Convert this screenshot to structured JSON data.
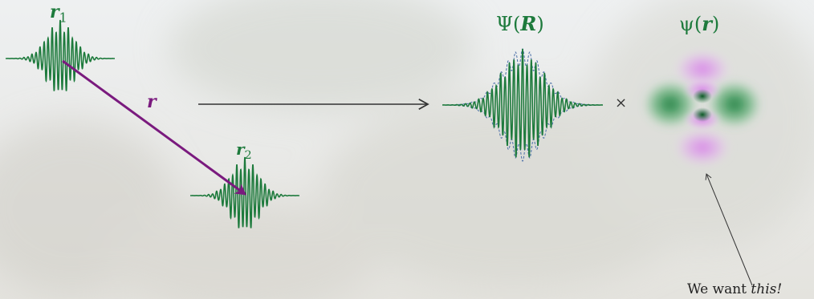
{
  "labels": {
    "r1_symbol": "r",
    "r1_sub": "1",
    "r2_symbol": "r",
    "r2_sub": "2",
    "r_vector": "r",
    "Psi_prefix": "Ψ(",
    "Psi_arg": "R",
    "Psi_suffix": ")",
    "psi_prefix": "ψ(",
    "psi_arg": "r",
    "psi_suffix": ")",
    "times": "×",
    "caption_prefix": "We want ",
    "caption_emph": "this!"
  },
  "colors": {
    "wave_green": "#1d7a3c",
    "vector_purple": "#7a1a7e",
    "orbital_magenta": "#d780e8",
    "arrow_dark": "#333333"
  }
}
